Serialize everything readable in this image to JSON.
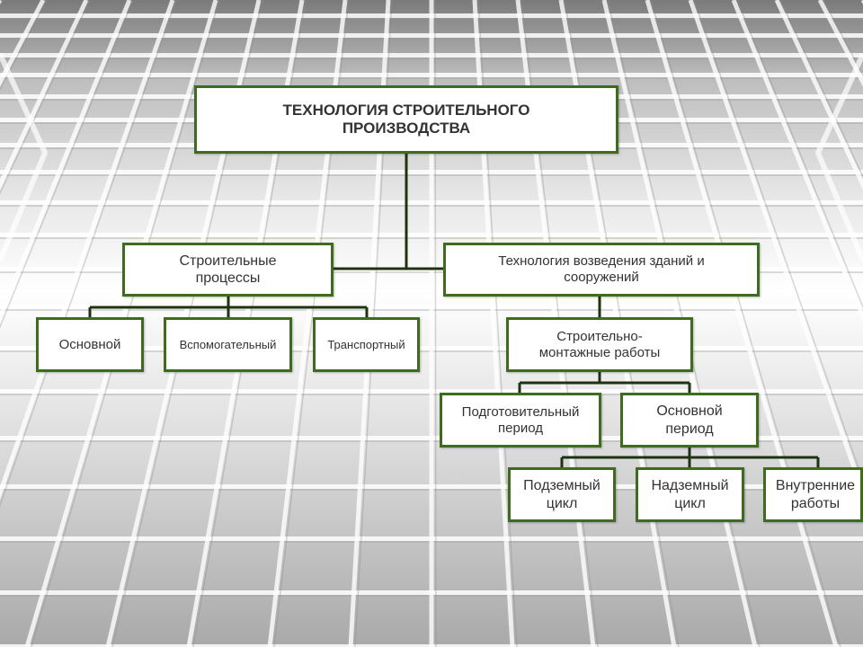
{
  "diagram": {
    "root": "ТЕХНОЛОГИЯ СТРОИТЕЛЬНОГО ПРОИЗВОДСТВА",
    "left_branch": {
      "label": "Строительные процессы",
      "children": [
        "Основной",
        "Вспомогательный",
        "Транспортный"
      ]
    },
    "right_branch": {
      "label": "Технология возведения зданий и сооружений",
      "sub": {
        "label": "Строительно-монтажные работы",
        "children": [
          {
            "label": "Подготовительный период"
          },
          {
            "label": "Основной период",
            "children": [
              "Подземный цикл",
              "Надземный цикл",
              "Внутренние работы"
            ]
          }
        ]
      }
    }
  },
  "colors": {
    "border": "#3f6b1f",
    "connector": "#1f3310",
    "node_fill": "#ffffff",
    "text": "#333333"
  }
}
